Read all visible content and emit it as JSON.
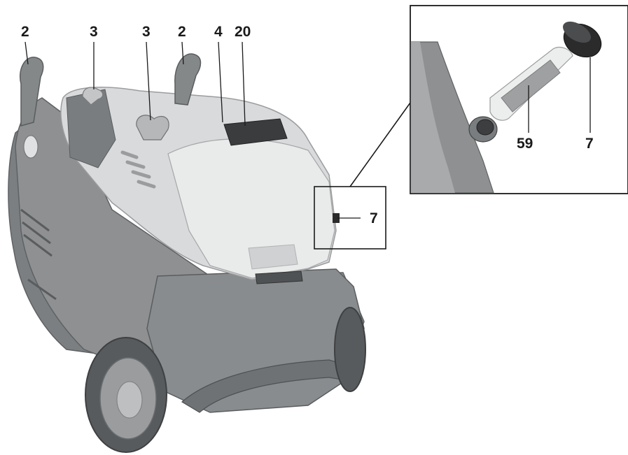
{
  "figure": {
    "callouts": {
      "handle_left": "2",
      "hook_left": "3",
      "hook_center": "3",
      "handle_right": "2",
      "label_4": "4",
      "label_20": "20",
      "label_7_main": "7",
      "filter": "59",
      "cap": "7"
    },
    "colors": {
      "body_dark": "#8e9091",
      "body_darker": "#6f7274",
      "cover_light": "#d9dadb",
      "cover_lighter": "#e9eaea",
      "line": "#1a1a1a",
      "tire": "#585b5d",
      "cap": "#2b2b2b"
    }
  }
}
